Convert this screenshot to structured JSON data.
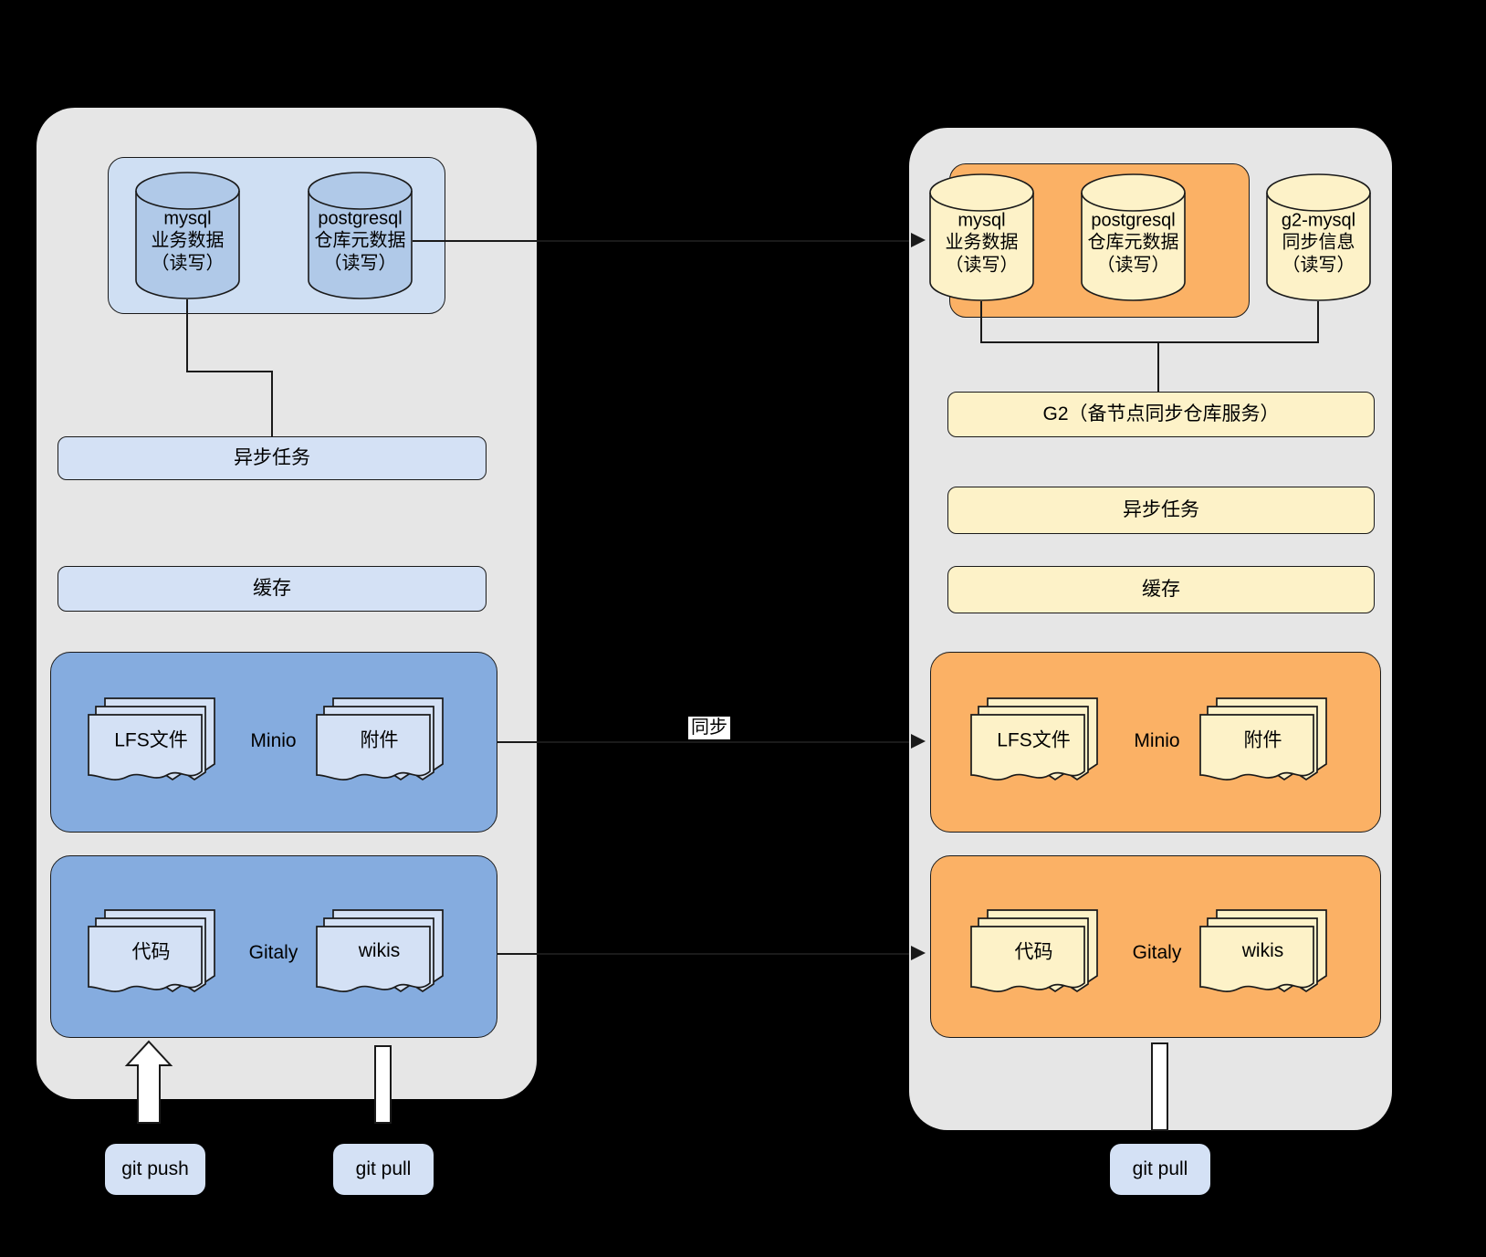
{
  "diagram": {
    "center_label": "同步",
    "primary_node": {
      "db_group": {
        "databases": [
          {
            "name": "mysql",
            "desc": "业务数据",
            "mode": "（读写）"
          },
          {
            "name": "postgresql",
            "desc": "仓库元数据",
            "mode": "（读写）"
          }
        ]
      },
      "services": [
        {
          "label": "异步任务"
        },
        {
          "label": "缓存"
        }
      ],
      "storage": [
        {
          "name": "Minio",
          "items": [
            {
              "label": "LFS文件"
            },
            {
              "label": "附件"
            }
          ]
        },
        {
          "name": "Gitaly",
          "items": [
            {
              "label": "代码"
            },
            {
              "label": "wikis"
            }
          ]
        }
      ],
      "git_actions": [
        {
          "label": "git push"
        },
        {
          "label": "git pull"
        }
      ]
    },
    "secondary_node": {
      "db_group": {
        "databases": [
          {
            "name": "mysql",
            "desc": "业务数据",
            "mode": "（读写）"
          },
          {
            "name": "postgresql",
            "desc": "仓库元数据",
            "mode": "（读写）"
          }
        ]
      },
      "standalone_db": {
        "name": "g2-mysql",
        "desc": "同步信息",
        "mode": "（读写）"
      },
      "services": [
        {
          "label": "G2（备节点同步仓库服务）"
        },
        {
          "label": "异步任务"
        },
        {
          "label": "缓存"
        }
      ],
      "storage": [
        {
          "name": "Minio",
          "items": [
            {
              "label": "LFS文件"
            },
            {
              "label": "附件"
            }
          ]
        },
        {
          "name": "Gitaly",
          "items": [
            {
              "label": "代码"
            },
            {
              "label": "wikis"
            }
          ]
        }
      ],
      "git_actions": [
        {
          "label": "git pull"
        }
      ]
    }
  },
  "colors": {
    "background": "#000000",
    "panel": "#e6e6e6",
    "primary_fill": "#d4e1f5",
    "primary_group": "#cfdff3",
    "primary_cylinder": "#b0c9e8",
    "primary_storage": "#85acdf",
    "secondary_fill": "#fdf2c8",
    "secondary_group": "#fbb165",
    "secondary_storage": "#fbb165",
    "stroke": "#1a1a1a"
  }
}
